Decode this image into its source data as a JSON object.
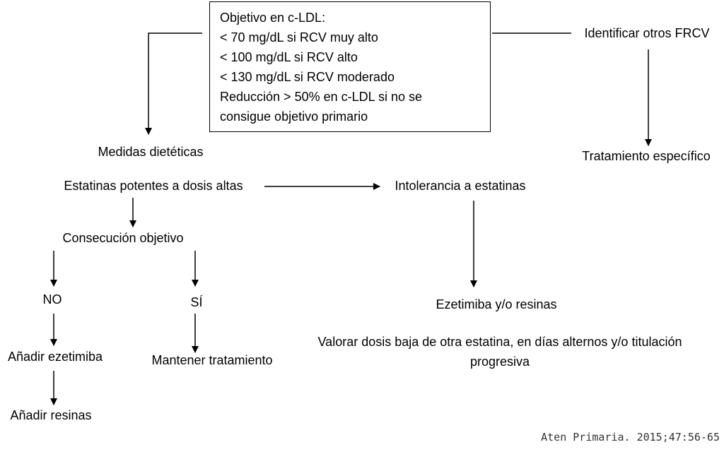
{
  "goal_box": {
    "lines": [
      "Objetivo en c-LDL:",
      "< 70 mg/dL si RCV muy alto",
      "< 100 mg/dL si RCV alto",
      "< 130 mg/dL si RCV moderado",
      "Reducción > 50% en c-LDL si no se",
      "consigue objetivo primario"
    ]
  },
  "nodes": {
    "medidas_dieteticas": "Medidas dietéticas",
    "estatinas_potentes": "Estatinas potentes a dosis altas",
    "consecucion_objetivo": "Consecución objetivo",
    "no": "NO",
    "si": "SÍ",
    "anadir_ezetimiba": "Añadir ezetimiba",
    "anadir_resinas": "Añadir resinas",
    "mantener_tratamiento": "Mantener tratamiento",
    "intolerancia_estatinas": "Intolerancia a estatinas",
    "ezetimiba_resinas": "Ezetimiba y/o resinas",
    "valorar_dosis": "Valorar dosis baja de otra estatina, en días alternos y/o titulación progresiva",
    "identificar_frcv": "Identificar otros FRCV",
    "tratamiento_especifico": "Tratamiento específico"
  },
  "citation": "Aten Primaria. 2015;47:56-65"
}
